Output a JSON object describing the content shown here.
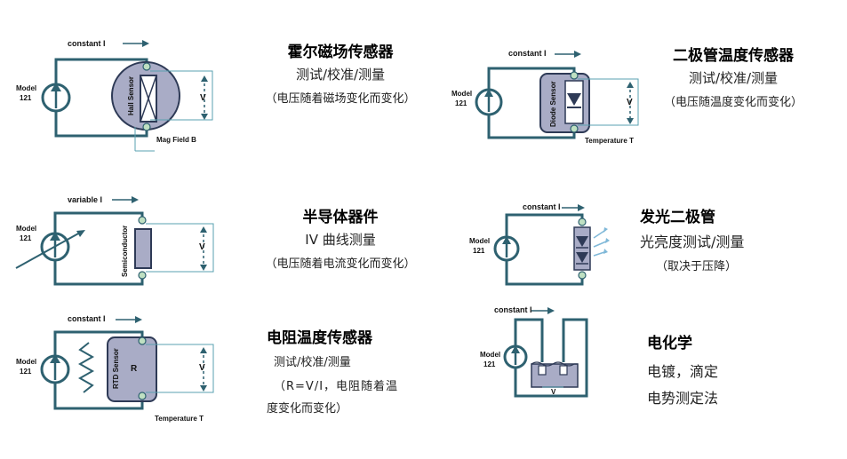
{
  "circuits": {
    "hall": {
      "current_label": "constant  I",
      "meter_label_1": "Model",
      "meter_label_2": "121",
      "sensor_label": "Hall Sensor",
      "voltage": "V",
      "field_label": "Mag Field B",
      "title": "霍尔磁场传感器",
      "line1": "测试/校准/测量",
      "line2": "（电压随着磁场变化而变化）"
    },
    "diode": {
      "current_label": "constant  I",
      "meter_label_1": "Model",
      "meter_label_2": "121",
      "sensor_label": "Diode Sensor",
      "voltage": "V",
      "temp_label": "Temperature T",
      "title": "二极管温度传感器",
      "line1": "测试/校准/测量",
      "line2": "（电压随温度变化而变化）"
    },
    "semi": {
      "current_label": "variable  I",
      "meter_label_1": "Model",
      "meter_label_2": "121",
      "sensor_label": "Semiconductor",
      "voltage": "V",
      "title": "半导体器件",
      "line1": "IV 曲线测量",
      "line2": "（电压随着电流变化而变化）"
    },
    "led": {
      "current_label": "constant I",
      "meter_label_1": "Model",
      "meter_label_2": "121",
      "title": "发光二极管",
      "line1": "光亮度测试/测量",
      "line2": "（取决于压降）"
    },
    "rtd": {
      "current_label": "constant  I",
      "meter_label_1": "Model",
      "meter_label_2": "121",
      "sensor_label": "RTD Sensor",
      "r_label": "R",
      "voltage": "V",
      "temp_label": "Temperature T",
      "title": "电阻温度传感器",
      "line1": "测试/校准/测量",
      "line2": "（R=V/I，电阻随着温",
      "line3": "度变化而变化）"
    },
    "chem": {
      "current_label": "constant I",
      "meter_label_1": "Model",
      "meter_label_2": "121",
      "voltage": "V",
      "title": "电化学",
      "line1": "电镀，滴定",
      "line2": "电势测定法"
    }
  },
  "colors": {
    "wire": "#2e6170",
    "sensor_fill": "#a9acc6",
    "sensor_stroke": "#2e3a56",
    "node": "#bfe0c2",
    "thin_line": "#5aa1b0"
  }
}
